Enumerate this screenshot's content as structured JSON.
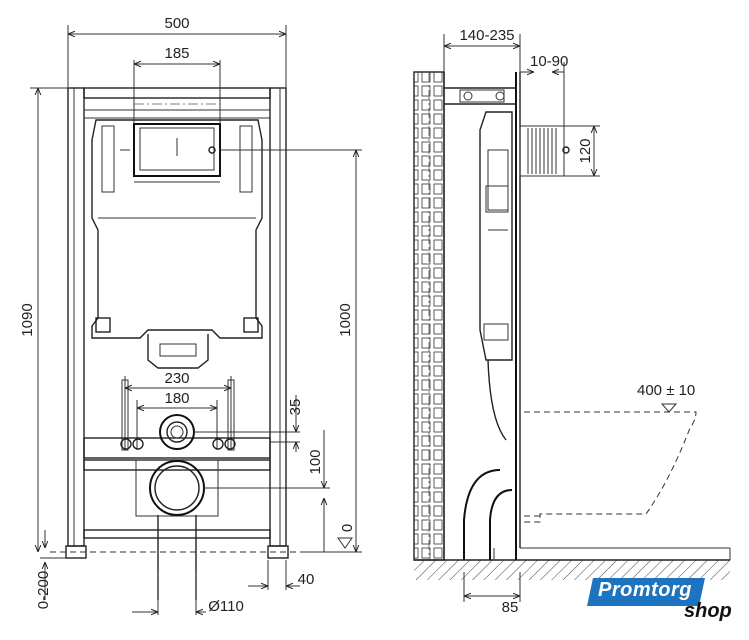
{
  "front_view": {
    "width_total": "500",
    "width_top_bracket": "185",
    "height_total": "1090",
    "height_flush": "1000",
    "width_rods_outer": "230",
    "width_rods_inner": "180",
    "offset_inlet": "35",
    "offset_drain": "100",
    "floor_zero": "0",
    "leg_adjust": "0-200",
    "foot_width": "40",
    "drain_diameter": "Ø110"
  },
  "side_view": {
    "depth_range": "140-235",
    "cistern_offset": "10-90",
    "button_height": "120",
    "bowl_height": "400 ± 10",
    "floor_depth": "85"
  },
  "logo": {
    "main": "Promtorg",
    "sub": "shop",
    "bar_color": "#1e73be"
  }
}
